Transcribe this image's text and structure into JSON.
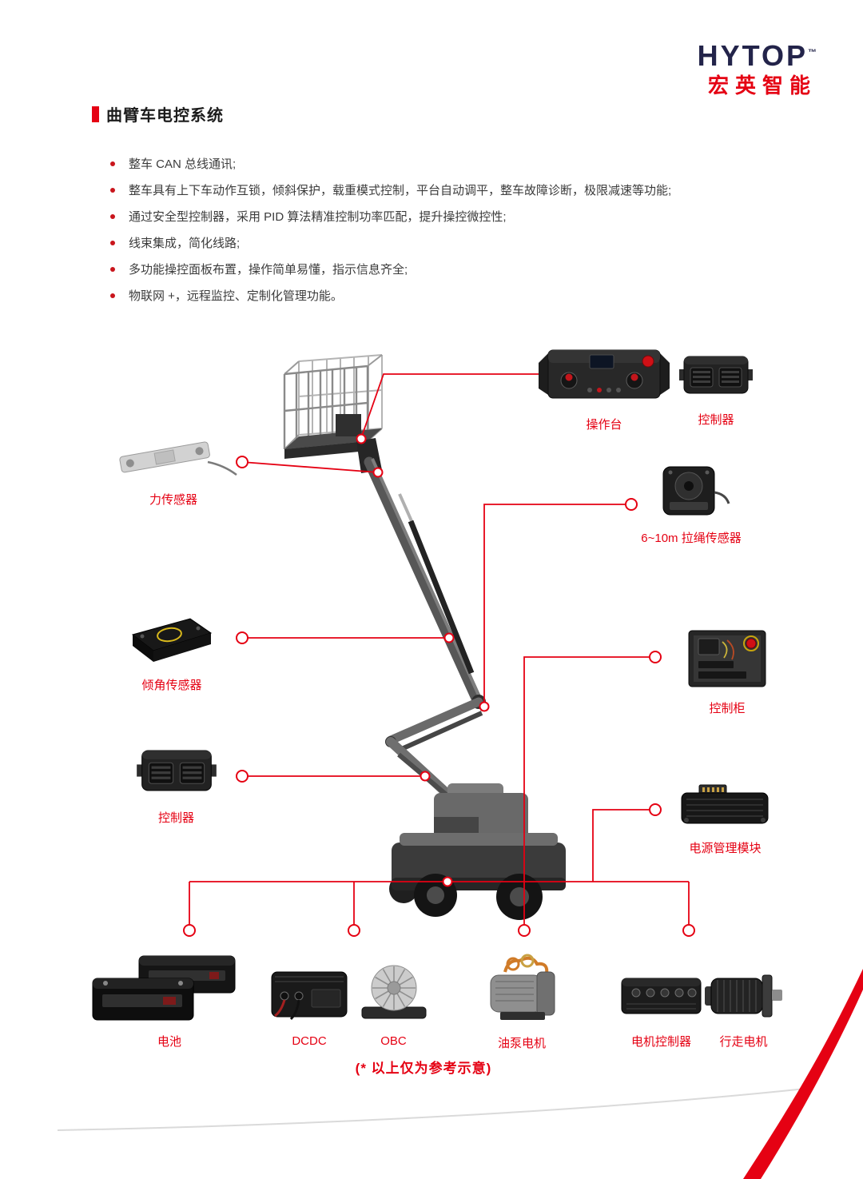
{
  "brand": {
    "name": "HYTOP",
    "tm": "™",
    "subtitle": "宏英智能"
  },
  "section": {
    "title": "曲臂车电控系统"
  },
  "bullets": [
    "整车 CAN 总线通讯;",
    "整车具有上下车动作互锁，倾斜保护，载重模式控制，平台自动调平，整车故障诊断，极限减速等功能;",
    "通过安全型控制器，采用 PID 算法精准控制功率匹配，提升操控微控性;",
    "线束集成，简化线路;",
    "多功能操控面板布置，操作简单易懂，指示信息齐全;",
    "物联网 +，远程监控、定制化管理功能。"
  ],
  "components": {
    "console": {
      "label": "操作台"
    },
    "controller_top": {
      "label": "控制器"
    },
    "force_sensor": {
      "label": "力传感器"
    },
    "rope_sensor": {
      "label": "6~10m 拉绳传感器"
    },
    "tilt_sensor": {
      "label": "倾角传感器"
    },
    "control_cabinet": {
      "label": "控制柜"
    },
    "controller_left": {
      "label": "控制器"
    },
    "power_module": {
      "label": "电源管理模块"
    },
    "battery": {
      "label": "电池"
    },
    "dcdc": {
      "label": "DCDC"
    },
    "obc": {
      "label": "OBC"
    },
    "pump_motor": {
      "label": "油泵电机"
    },
    "motor_controller": {
      "label": "电机控制器"
    },
    "travel_motor": {
      "label": "行走电机"
    }
  },
  "footnote": "(* 以上仅为参考示意)",
  "colors": {
    "accent": "#e50113",
    "logo_dark": "#23244a",
    "text": "#3c3c3c"
  }
}
